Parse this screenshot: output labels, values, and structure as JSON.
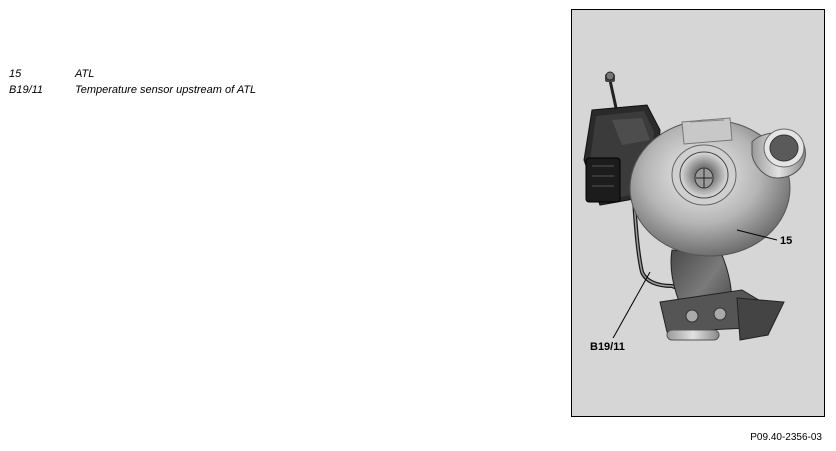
{
  "legend": {
    "items": [
      {
        "code": "15",
        "description": "ATL"
      },
      {
        "code": "B19/11",
        "description": "Temperature sensor upstream of ATL"
      }
    ]
  },
  "figure": {
    "callouts": [
      {
        "label": "15"
      },
      {
        "label": "B19/11"
      }
    ],
    "reference": "P09.40-2356-03"
  },
  "colors": {
    "figure_background": "#d6d6d6",
    "border": "#000000",
    "text": "#000000"
  }
}
